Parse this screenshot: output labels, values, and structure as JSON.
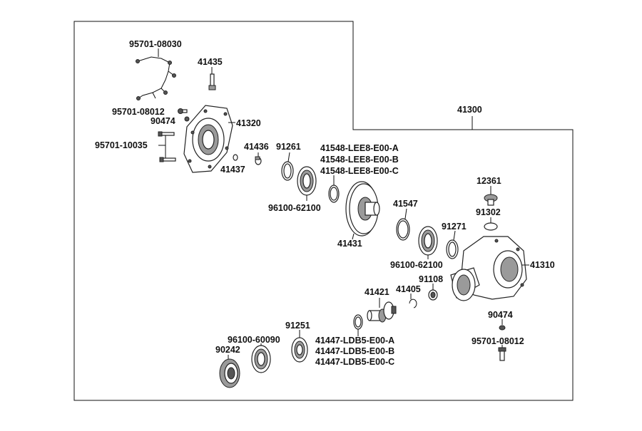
{
  "diagram": {
    "assembly_label": "41300",
    "labels": {
      "l_95701_08030": "95701-08030",
      "l_41435": "41435",
      "l_95701_08012_top": "95701-08012",
      "l_90474_top": "90474",
      "l_41320": "41320",
      "l_95701_10035": "95701-10035",
      "l_41436": "41436",
      "l_41437": "41437",
      "l_91261": "91261",
      "l_41548_a": "41548-LEE8-E00-A",
      "l_41548_b": "41548-LEE8-E00-B",
      "l_41548_c": "41548-LEE8-E00-C",
      "l_96100_62100_a": "96100-62100",
      "l_12361": "12361",
      "l_41547": "41547",
      "l_91302": "91302",
      "l_41431": "41431",
      "l_91271": "91271",
      "l_41310": "41310",
      "l_96100_62100_b": "96100-62100",
      "l_91108": "91108",
      "l_41405": "41405",
      "l_41421": "41421",
      "l_90474_bottom": "90474",
      "l_95701_08012_bottom": "95701-08012",
      "l_91251": "91251",
      "l_96100_60090": "96100-60090",
      "l_90242": "90242",
      "l_41447_a": "41447-LDB5-E00-A",
      "l_41447_b": "41447-LDB5-E00-B",
      "l_41447_c": "41447-LDB5-E00-C"
    }
  }
}
